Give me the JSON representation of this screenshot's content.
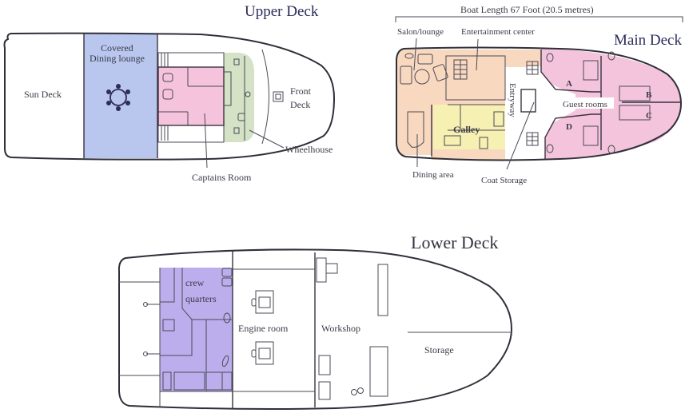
{
  "upper_deck": {
    "title": "Upper Deck",
    "labels": {
      "sun_deck": "Sun Deck",
      "covered_dining_line1": "Covered",
      "covered_dining_line2": "Dining lounge",
      "front_deck_line1": "Front",
      "front_deck_line2": "Deck",
      "wheelhouse": "Wheelhouse",
      "captains_room": "Captains Room"
    },
    "colors": {
      "dining_lounge": "#b9c6ee",
      "captains_room": "#f6c3dc",
      "wheelhouse": "#d4e2c6"
    }
  },
  "main_deck": {
    "title": "Main Deck",
    "boat_length": "Boat Length 67 Foot (20.5 metres)",
    "labels": {
      "salon_lounge": "Salon/lounge",
      "entertainment_center": "Entertainment center",
      "entryway": "Entryway",
      "galley": "Galley",
      "dining_area": "Dining area",
      "coat_storage": "Coat Storage",
      "guest_rooms": "Guest rooms",
      "room_a": "A",
      "room_b": "B",
      "room_c": "C",
      "room_d": "D"
    },
    "colors": {
      "salon": "#f8d8bf",
      "galley": "#f7f0b3",
      "guest_rooms": "#f4c4dc"
    }
  },
  "lower_deck": {
    "title": "Lower Deck",
    "labels": {
      "crew_line1": "crew",
      "crew_line2": "quarters",
      "engine_room": "Engine room",
      "workshop": "Workshop",
      "storage": "Storage"
    },
    "colors": {
      "crew_quarters": "#bcaeed"
    }
  }
}
